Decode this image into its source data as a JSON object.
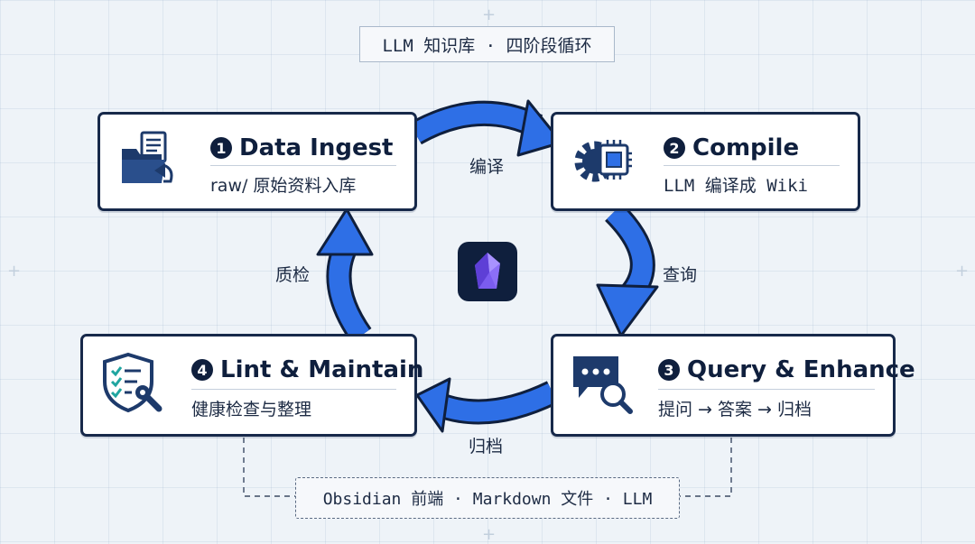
{
  "title": "LLM 知识库 · 四阶段循环",
  "stages": [
    {
      "num": "1",
      "title": "Data Ingest",
      "subtitle": "raw/ 原始资料入库",
      "icon": "folder-document-icon"
    },
    {
      "num": "2",
      "title": "Compile",
      "subtitle": "LLM 编译成 Wiki",
      "icon": "gear-chip-icon"
    },
    {
      "num": "3",
      "title": "Query & Enhance",
      "subtitle": "提问 → 答案 → 归档",
      "icon": "chat-search-icon"
    },
    {
      "num": "4",
      "title": "Lint & Maintain",
      "subtitle": "健康检查与整理",
      "icon": "shield-wrench-icon"
    }
  ],
  "edges": {
    "ingest_to_compile": "编译",
    "compile_to_query": "查询",
    "query_to_lint": "归档",
    "lint_to_ingest": "质检"
  },
  "center_icon": "obsidian-crystal-icon",
  "footer": "Obsidian 前端 · Markdown 文件 · LLM",
  "colors": {
    "arrow": "#2e6fe6",
    "card_border": "#17294a",
    "text": "#0f1f3d",
    "icon_fill": "#1d3a6b",
    "check": "#1fa5a0"
  }
}
